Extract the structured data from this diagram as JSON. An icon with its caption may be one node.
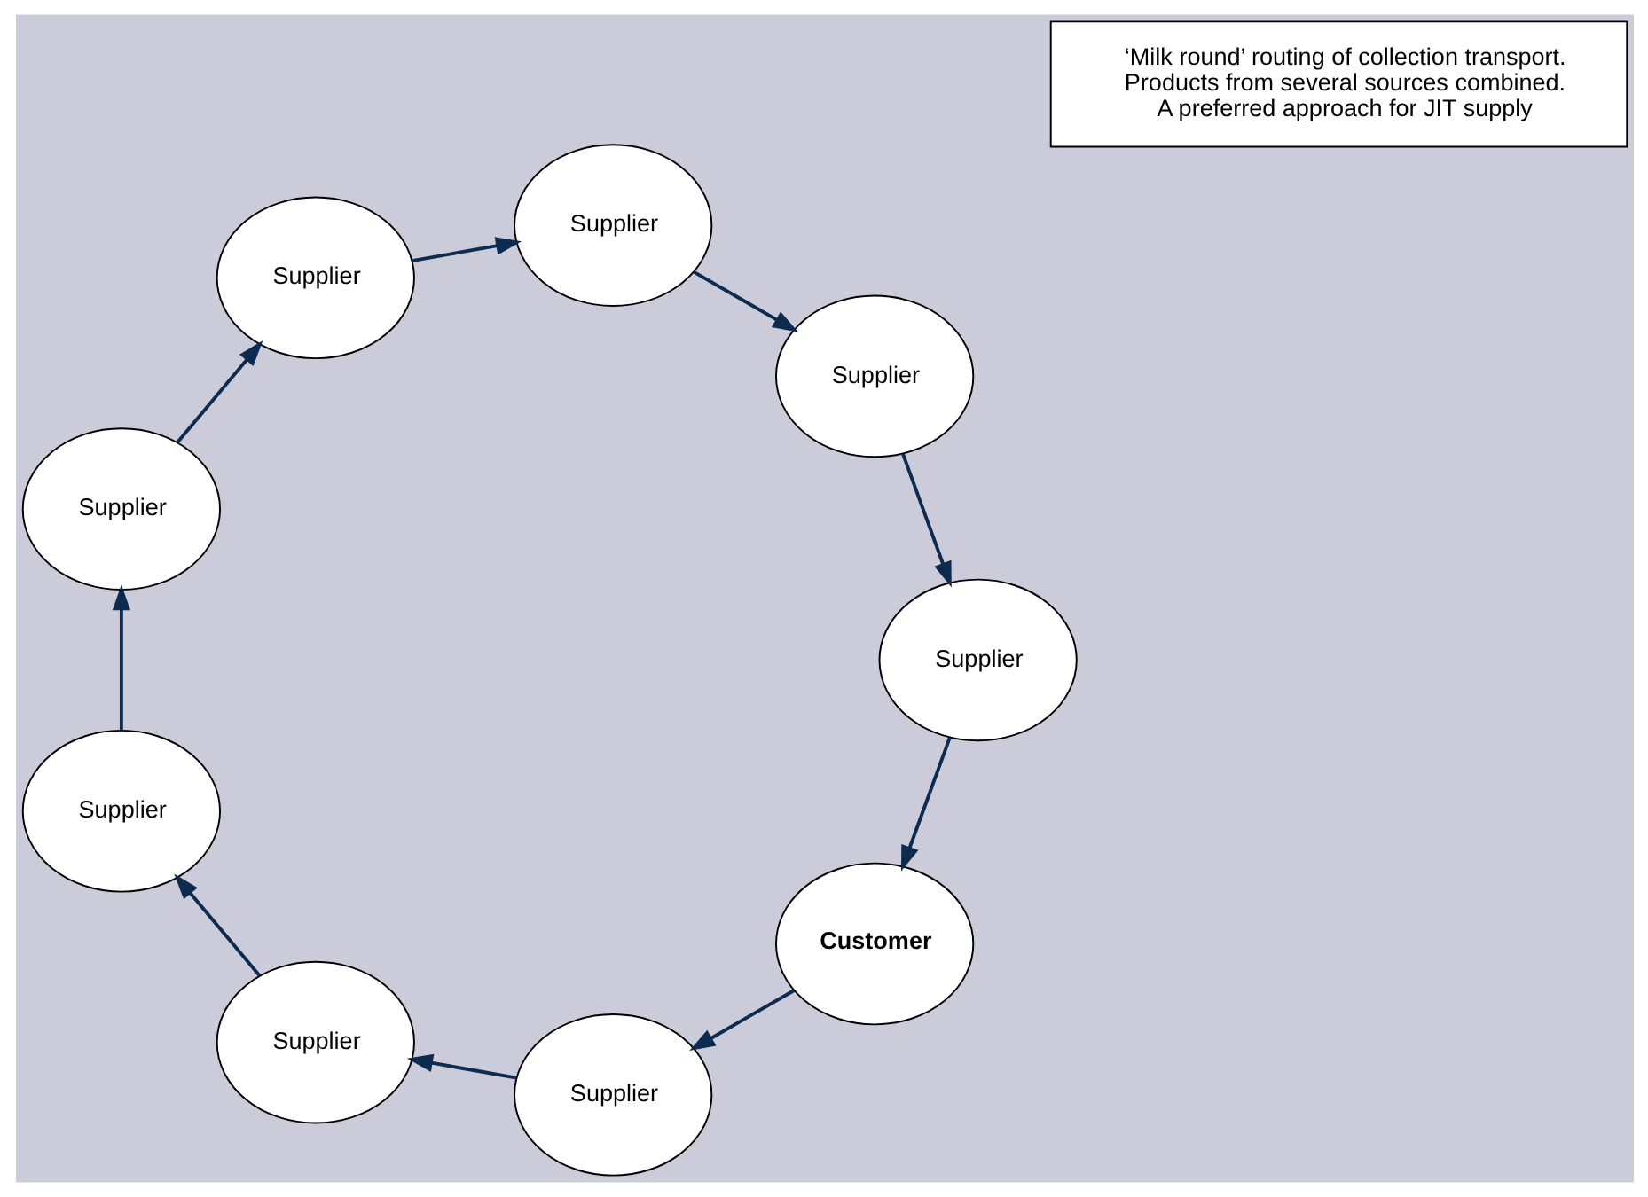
{
  "diagram": {
    "nodes": [
      {
        "text": [
          "Customer"
        ]
      },
      {
        "text": [
          "Supplier"
        ]
      },
      {
        "text": [
          "Supplier"
        ]
      },
      {
        "text": [
          "Supplier"
        ]
      },
      {
        "text": [
          "Supplier"
        ]
      },
      {
        "text": [
          "Supplier"
        ]
      },
      {
        "text": [
          "Supplier"
        ]
      },
      {
        "text": [
          "Supplier"
        ]
      },
      {
        "text": [
          "Supplier"
        ]
      },
      {
        "text": [
          "‘Milk round’ routing of collection transport.",
          "Products from several sources combined.",
          "A preferred approach for JIT supply"
        ]
      }
    ],
    "edges": [
      {
        "from": 0,
        "to": 1,
        "arrow": "to"
      },
      {
        "from": 1,
        "to": 2,
        "arrow": "to"
      },
      {
        "from": 2,
        "to": 3,
        "arrow": "to"
      },
      {
        "from": 3,
        "to": 4,
        "arrow": "to"
      },
      {
        "from": 4,
        "to": 5,
        "arrow": "to"
      },
      {
        "from": 5,
        "to": 6,
        "arrow": "to"
      },
      {
        "from": 6,
        "to": 7,
        "arrow": "to"
      },
      {
        "from": 7,
        "to": 8,
        "arrow": "to"
      },
      {
        "from": 8,
        "to": 0,
        "arrow": "to"
      }
    ]
  }
}
